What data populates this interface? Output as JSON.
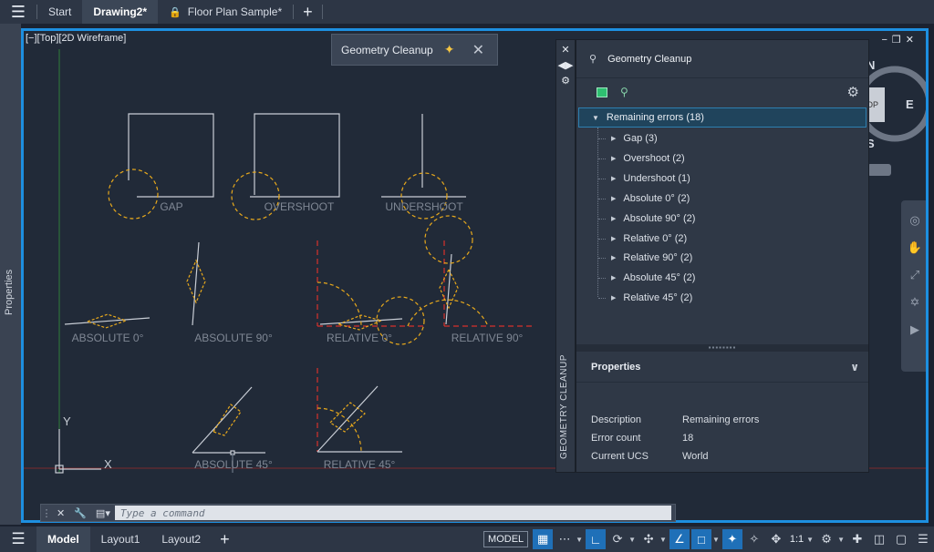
{
  "topbar": {
    "tabs": [
      {
        "label": "Start"
      },
      {
        "label": "Drawing2*"
      },
      {
        "label": "Floor Plan Sample*"
      }
    ],
    "menu_icon": "hamburger-icon",
    "plus_icon": "plus-icon",
    "lock_icon": "lock-icon"
  },
  "sidebar": {
    "label": "Properties"
  },
  "viewport": {
    "label": "[−][Top][2D Wireframe]",
    "controls": "−❒✕",
    "drawing_labels": {
      "gap": "GAP",
      "overshoot": "OVERSHOOT",
      "undershoot": "UNDERSHOOT",
      "absolute0": "ABSOLUTE 0°",
      "absolute90": "ABSOLUTE 90°",
      "relative0": "RELATIVE 0°",
      "relative90": "RELATIVE 90°",
      "absolute45": "ABSOLUTE 45°",
      "relative45": "RELATIVE 45°"
    },
    "ucs": {
      "y": "Y",
      "x": "X"
    },
    "viewcube": {
      "n": "N",
      "e": "E",
      "s": "S",
      "top": "OP"
    }
  },
  "cleanup_chip": {
    "label": "Geometry Cleanup"
  },
  "palette": {
    "side_title": "GEOMETRY CLEANUP",
    "title": "Geometry Cleanup",
    "tree": {
      "root": "Remaining errors (18)",
      "items": [
        {
          "label": "Gap (3)"
        },
        {
          "label": "Overshoot (2)"
        },
        {
          "label": "Undershoot (1)"
        },
        {
          "label": "Absolute 0° (2)"
        },
        {
          "label": "Absolute 90° (2)"
        },
        {
          "label": "Relative 0° (2)"
        },
        {
          "label": "Relative 90° (2)"
        },
        {
          "label": "Absolute 45° (2)"
        },
        {
          "label": "Relative 45° (2)"
        }
      ]
    },
    "properties": {
      "title": "Properties",
      "rows": [
        {
          "key": "Description",
          "value": "Remaining errors"
        },
        {
          "key": "Error count",
          "value": "18"
        },
        {
          "key": "Current UCS",
          "value": "World"
        }
      ]
    }
  },
  "cmdline": {
    "placeholder": "Type a command"
  },
  "statusbar": {
    "tabs": [
      {
        "label": "Model"
      },
      {
        "label": "Layout1"
      },
      {
        "label": "Layout2"
      }
    ],
    "model_label": "MODEL",
    "scale": "1:1"
  },
  "colors": {
    "accent": "#1d8fe0",
    "error_dash": "#e8a91c",
    "red_axis": "#d8322c",
    "geometry": "#c9ced6"
  }
}
